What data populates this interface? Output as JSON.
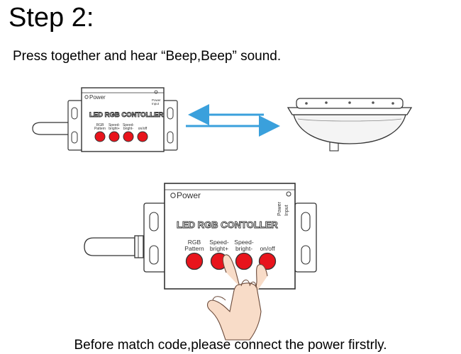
{
  "heading": "Step 2:",
  "instruction": "Press together and hear “Beep,Beep” sound.",
  "footer": "Before match code,please connect the power firstrly.",
  "controller": {
    "power_label": "Power",
    "power_input_line1": "Power",
    "power_input_line2": "Input",
    "title": "LED RGB CONTOLLER",
    "buttons": [
      {
        "line1": "RGB",
        "line2": "Pattern"
      },
      {
        "line1": "Speed-",
        "line2": "bright+"
      },
      {
        "line1": "Speed-",
        "line2": "bright-"
      },
      {
        "line1": "",
        "line2": "on/off"
      }
    ]
  },
  "colors": {
    "button_red": "#e8141c",
    "arrow_blue": "#3aa0dc",
    "outline": "#333333"
  },
  "icons": [
    "power-indicator-icon",
    "double-arrow-icon",
    "pool-light-icon",
    "pressing-hand-icon",
    "antenna-icon"
  ]
}
